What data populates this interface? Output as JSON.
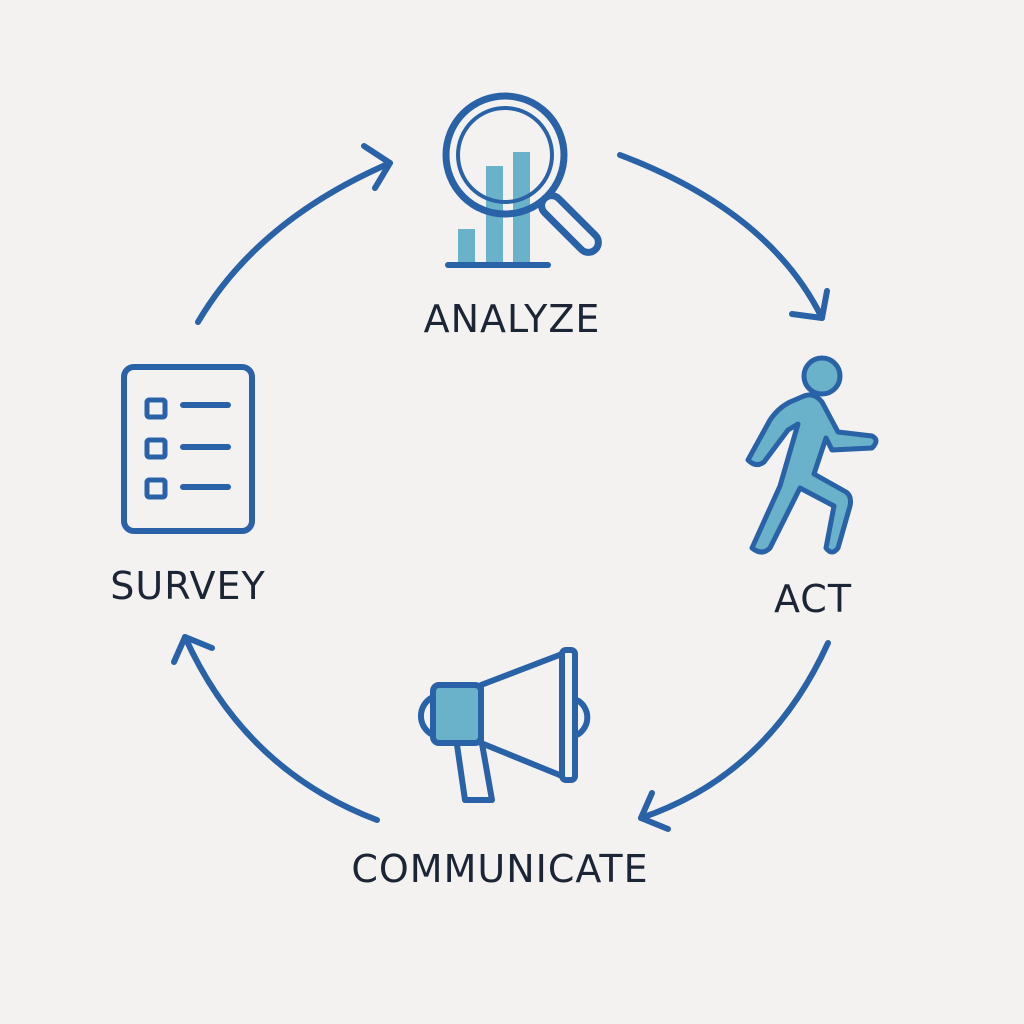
{
  "colors": {
    "background": "#f3f2f1",
    "stroke": "#2a62a8",
    "fill": "#6ab2c9",
    "text": "#1b2535"
  },
  "steps": [
    {
      "label": "ANALYZE",
      "icon": "magnifier-bar-chart-icon"
    },
    {
      "label": "ACT",
      "icon": "walking-person-icon"
    },
    {
      "label": "COMMUNICATE",
      "icon": "megaphone-icon"
    },
    {
      "label": "SURVEY",
      "icon": "checklist-icon"
    }
  ]
}
